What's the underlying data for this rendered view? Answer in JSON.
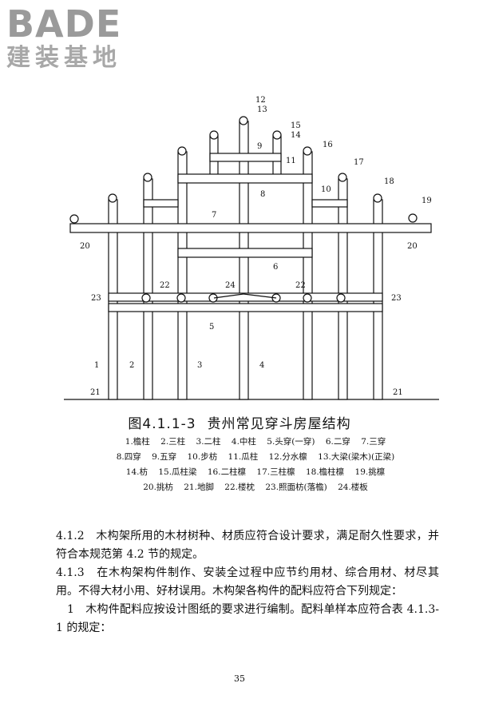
{
  "logo": {
    "word": "BADE",
    "subtitle": "建装基地"
  },
  "figure": {
    "number": "图4.1.1-3",
    "title": "贵州常见穿斗房屋结构",
    "callouts": [
      "1",
      "2",
      "3",
      "4",
      "5",
      "6",
      "7",
      "8",
      "9",
      "10",
      "11",
      "12",
      "13",
      "14",
      "15",
      "16",
      "17",
      "18",
      "19",
      "20",
      "21",
      "22",
      "23",
      "24"
    ],
    "legend_rows": [
      [
        "1.檐柱",
        "2.三柱",
        "3.二柱",
        "4.中柱",
        "5.头穿(一穿)",
        "6.二穿",
        "7.三穿"
      ],
      [
        "8.四穿",
        "9.五穿",
        "10.步枋",
        "11.瓜柱",
        "12.分水檩",
        "13.大梁(梁木)(正梁)"
      ],
      [
        "14.枋",
        "15.瓜柱梁",
        "16.二柱檩",
        "17.三柱檩",
        "18.檐柱檩",
        "19.挑檩"
      ],
      [
        "20.挑枋",
        "21.地脚",
        "22.楼枕",
        "23.照面枋(落檐)",
        "24.楼板"
      ]
    ]
  },
  "body": {
    "paragraphs": [
      "4.1.2　木构架所用的木材树种、材质应符合设计要求，满足耐久性要求，并符合本规范第 4.2 节的规定。",
      "4.1.3　在木构架构件制作、安装全过程中应节约用材、综合用材、材尽其用。不得大材小用、好材误用。木构架各构件的配料应符合下列规定：",
      "1　木构件配料应按设计图纸的要求进行编制。配料单样本应符合表 4.1.3-1 的规定："
    ]
  },
  "page_number": "35"
}
